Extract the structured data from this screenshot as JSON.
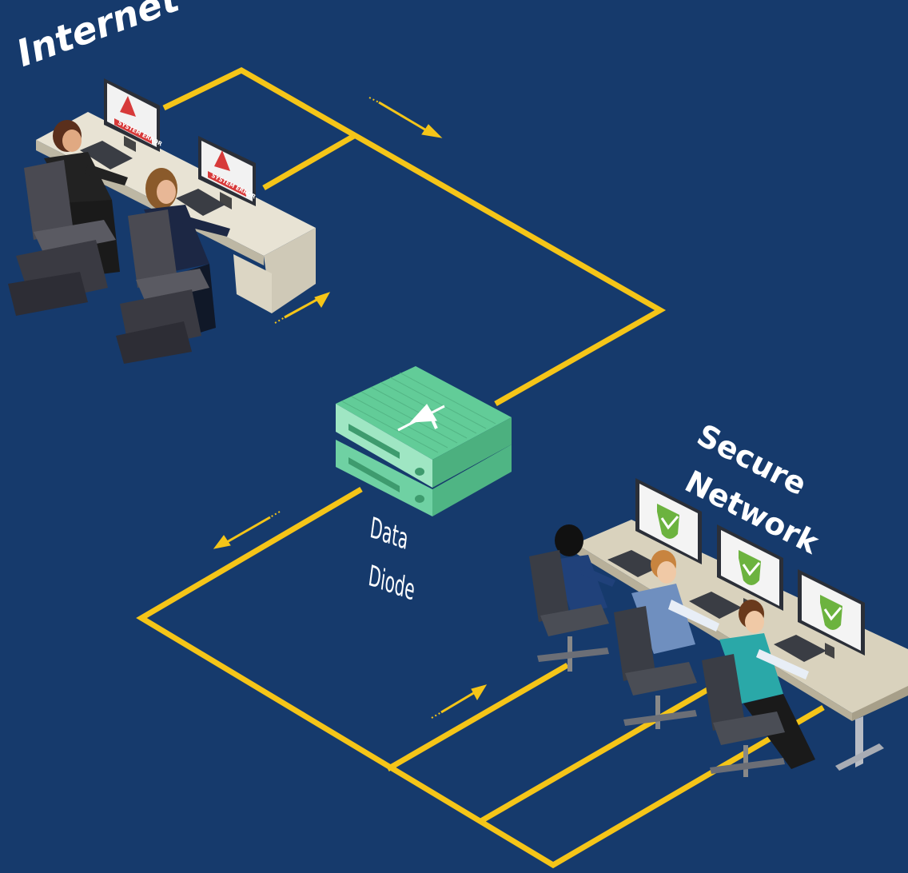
{
  "labels": {
    "internet": "Internet",
    "secure_line1": "Secure",
    "secure_line2": "Network",
    "diode_line1": "Data",
    "diode_line2": "Diode",
    "screen_error": "SYSTEM ERROR"
  },
  "colors": {
    "background": "#163a6c",
    "connection_line": "#f5c518",
    "diode_green": "#5cc995",
    "desk": "#ddd8c8",
    "shield_green": "#6cb33f"
  },
  "icons": [
    "warning-icon",
    "shield-check-icon",
    "diode-symbol-icon",
    "arrow-icon"
  ]
}
